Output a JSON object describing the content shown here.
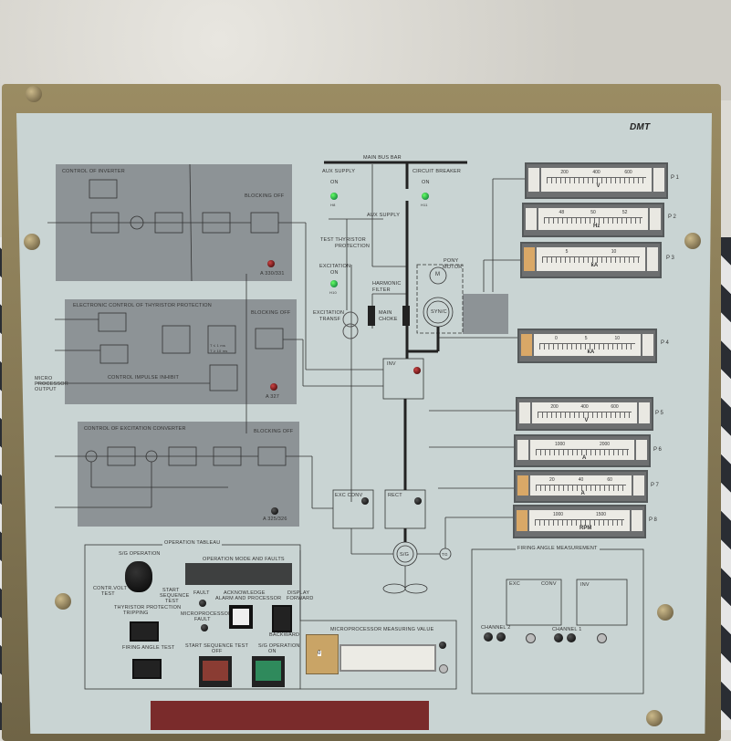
{
  "brand": "DMT",
  "inverter": {
    "title": "CONTROL OF INVERTER",
    "blocking": "BLOCKING OFF",
    "ref": "A 330/331"
  },
  "protection": {
    "title": "ELECTRONIC CONTROL OF THYRISTOR PROTECTION",
    "blocking": "BLOCKING OFF",
    "inhibit": "CONTROL IMPULSE INHIBIT",
    "micro": "MICRO PROCESSOR OUTPUT",
    "ref": "A 327",
    "t1": "T ≤ 1 ms",
    "t2": "T ≥ 10 ms"
  },
  "excitation": {
    "title": "CONTROL OF EXCITATION CONVERTER",
    "blocking": "BLOCKING OFF",
    "ref": "A 325/326"
  },
  "schematic": {
    "main_bus": "MAIN BUS BAR",
    "aux_supply": "AUX SUPPLY",
    "on": "ON",
    "circuit_breaker": "CIRCUIT BREAKER",
    "aux_supply_bus": "AUX SUPPLY",
    "test": "TEST THYRISTOR",
    "protection": "PROTECTION",
    "excitation": "EXCITATION",
    "harmonic": "HARMONIC",
    "filter": "FILTER",
    "main": "MAIN",
    "choke": "CHOKE",
    "exc_transf": "EXCITATION",
    "transf": "TRANSF",
    "pony": "PONY",
    "motor": "MOTOR",
    "m": "M",
    "sync": "SYN/C",
    "inv": "INV",
    "exc_conv": "EXC CONV",
    "rect": "RECT",
    "sg": "S/G",
    "tg": "TG",
    "h8": "H8",
    "h11": "H11",
    "h10": "H10"
  },
  "meters": [
    {
      "label": "P 1",
      "unit": "V",
      "scale": [
        "200",
        "400",
        "600"
      ]
    },
    {
      "label": "P 2",
      "unit": "Hz",
      "scale": [
        "48",
        "50",
        "52"
      ]
    },
    {
      "label": "P 3",
      "unit": "kA",
      "scale": [
        "5",
        "10"
      ]
    },
    {
      "label": "P 4",
      "unit": "kA",
      "scale": [
        "0",
        "5",
        "10"
      ]
    },
    {
      "label": "P 5",
      "unit": "V",
      "scale": [
        "200",
        "400",
        "600"
      ]
    },
    {
      "label": "P 6",
      "unit": "A",
      "scale": [
        "1000",
        "2000"
      ]
    },
    {
      "label": "P 7",
      "unit": "A",
      "scale": [
        "20",
        "40",
        "60"
      ]
    },
    {
      "label": "P 8",
      "unit": "RPM",
      "scale": [
        "1000",
        "1500"
      ]
    }
  ],
  "tableau": {
    "title": "OPERATION TABLEAU",
    "sg_operation": "S/G OPERATION",
    "contr_volt": "CONTR.VOLT",
    "test": "TEST",
    "start_seq": "START",
    "sequence": "SEQUENCE",
    "test2": "TEST",
    "thyristor": "THYRISTOR PROTECTION",
    "tripping": "TRIPPING",
    "firing_test": "FIRING ANGLE TEST",
    "op_mode": "OPERATION MODE AND FAULTS",
    "fault": "FAULT",
    "mp_fault": "MICROPROCESSOR",
    "mp_fault2": "FAULT",
    "ack": "ACKNOWLEDGE",
    "ack2": "ALARM AND PROCESSOR",
    "display": "DISPLAY",
    "forward": "FORWARD",
    "backward": "BACKWARD",
    "start_off": "START SEQUENCE TEST",
    "off": "OFF",
    "sg_on": "S/G OPERATION",
    "on": "ON",
    "mp_value": "MICROPROCESSOR MEASURING VALUE",
    "selector": "0"
  },
  "firing": {
    "title": "FIRING ANGLE MEASUREMENT",
    "exc": "EXC",
    "conv": "CONV",
    "inv": "INV",
    "ch2": "CHANNEL 2",
    "ch1": "CHANNEL 1"
  }
}
